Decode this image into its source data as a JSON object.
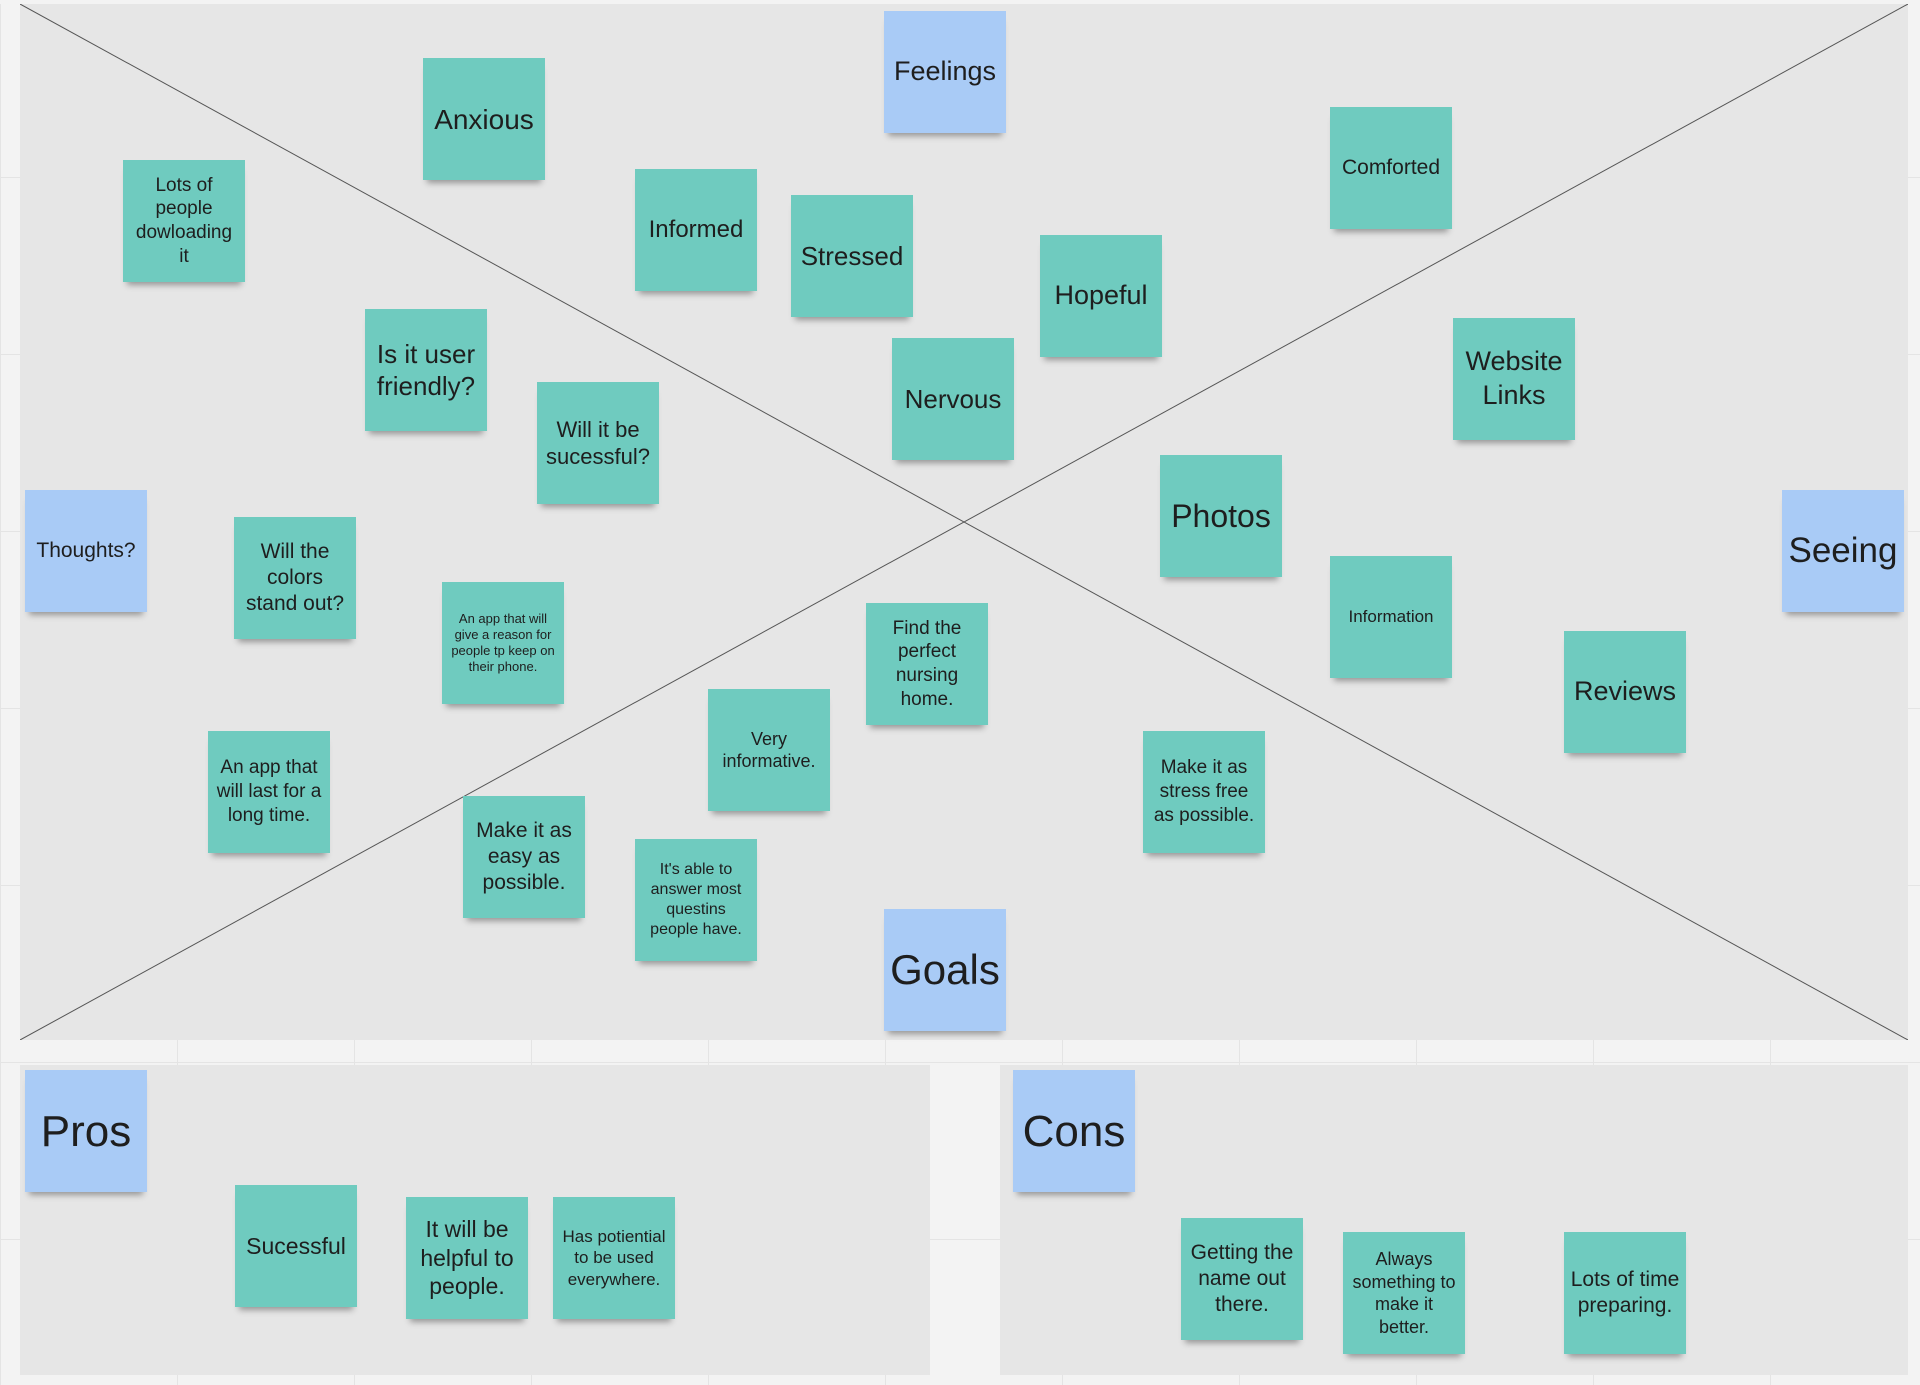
{
  "colors": {
    "teal_sticky": "#6fcbbf",
    "blue_sticky": "#a9cbf6",
    "board": "#e6e6e6",
    "canvas": "#f3f3f3"
  },
  "headers": {
    "feelings": "Feelings",
    "thoughts": "Thoughts?",
    "seeing": "Seeing",
    "goals": "Goals",
    "pros": "Pros",
    "cons": "Cons"
  },
  "notes": {
    "anxious": "Anxious",
    "lots_downloading": "Lots of people dowloading it",
    "informed": "Informed",
    "stressed": "Stressed",
    "comforted": "Comforted",
    "hopeful": "Hopeful",
    "user_friendly": "Is it user friendly?",
    "will_be_successful": "Will it be sucessful?",
    "nervous": "Nervous",
    "website_links": "Website Links",
    "photos": "Photos",
    "colors_stand_out": "Will the colors stand out?",
    "reason_keep_phone": "An app that will give a reason for people tp keep on their phone.",
    "information": "Information",
    "find_nursing_home": "Find the perfect nursing home.",
    "reviews": "Reviews",
    "very_informative": "Very informative.",
    "last_long_time": "An app that will last for a long time.",
    "stress_free": "Make it as stress free as possible.",
    "easy_possible": "Make it as easy as possible.",
    "answer_questions": "It's able to answer most questins people have."
  },
  "pros_notes": {
    "successful": "Sucessful",
    "helpful": "It will be helpful to people.",
    "potential": "Has potiential to be used everywhere."
  },
  "cons_notes": {
    "name_out": "Getting the name out there.",
    "always_better": "Always something to make it better.",
    "time_preparing": "Lots of time preparing."
  }
}
